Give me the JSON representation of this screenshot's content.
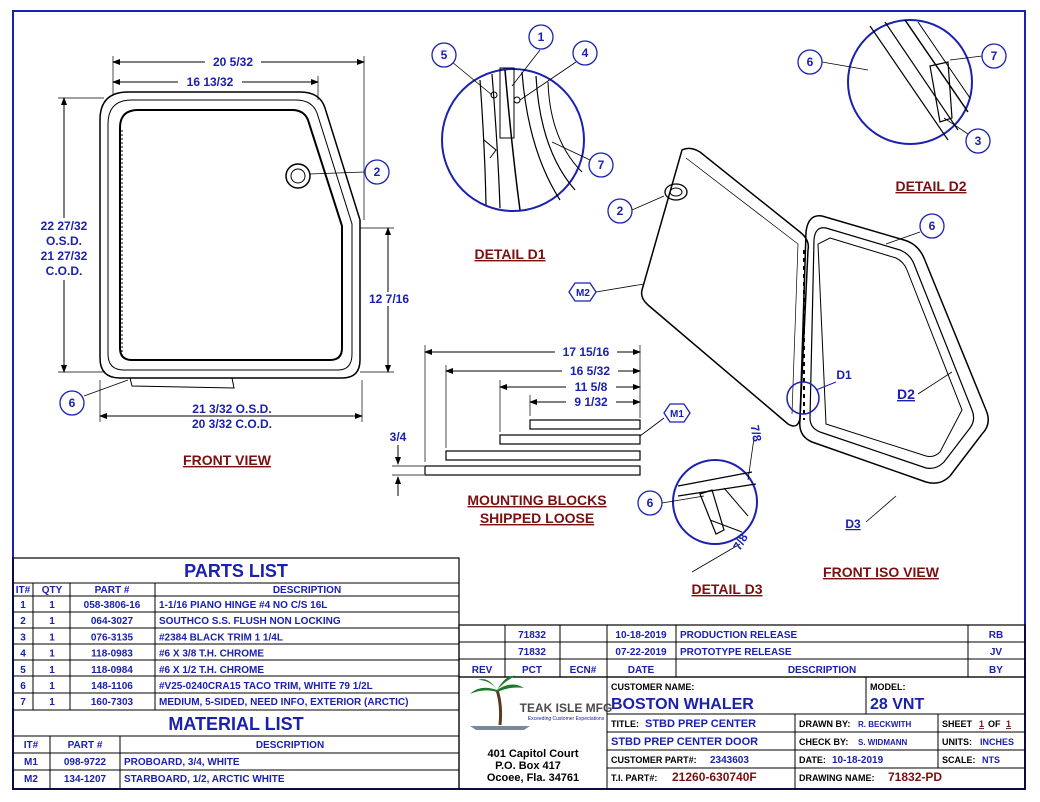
{
  "front_view": {
    "title": "FRONT VIEW",
    "dim_overall_width": "20 5/32",
    "dim_inner_width": "16 13/32",
    "dim_height": [
      "22 27/32",
      "O.S.D.",
      "21 27/32",
      "C.O.D."
    ],
    "dim_right_height": "12 7/16",
    "dim_bottom": [
      "21 3/32 O.S.D.",
      "20 3/32 C.O.D."
    ],
    "balloons": [
      "2",
      "6"
    ]
  },
  "detail_d1": {
    "title": "DETAIL  D1",
    "balloons": [
      "1",
      "4",
      "5",
      "7"
    ]
  },
  "detail_d2": {
    "title": "DETAIL  D2",
    "balloons": [
      "6",
      "7",
      "3"
    ]
  },
  "detail_d3": {
    "title": "DETAIL  D3",
    "balloon": "6",
    "dim_top": "7/8",
    "dim_bottom": "7/8"
  },
  "mounting_blocks": {
    "title": [
      "MOUNTING BLOCKS",
      "SHIPPED LOOSE"
    ],
    "dims": [
      "17 15/16",
      "16 5/32",
      "11 5/8",
      "9 1/32"
    ],
    "thickness": "3/4",
    "balloon": "M1"
  },
  "front_iso": {
    "title": "FRONT ISO VIEW",
    "balloons": [
      "2",
      "M2",
      "6"
    ],
    "labels": [
      "D1",
      "D2",
      "D3"
    ]
  },
  "parts_list": {
    "title": "PARTS LIST",
    "headers": [
      "IT#",
      "QTY",
      "PART #",
      "DESCRIPTION"
    ],
    "rows": [
      [
        "1",
        "1",
        "058-3806-16",
        "1-1/16 PIANO HINGE #4 NO C/S 16L"
      ],
      [
        "2",
        "1",
        "064-3027",
        "SOUTHCO S.S. FLUSH NON LOCKING"
      ],
      [
        "3",
        "1",
        "076-3135",
        "#2384 BLACK TRIM 1 1/4L"
      ],
      [
        "4",
        "1",
        "118-0983",
        "#6 X 3/8 T.H. CHROME"
      ],
      [
        "5",
        "1",
        "118-0984",
        "#6 X 1/2 T.H. CHROME"
      ],
      [
        "6",
        "1",
        "148-1106",
        "#V25-0240CRA15 TACO TRIM, WHITE 79 1/2L"
      ],
      [
        "7",
        "1",
        "160-7303",
        "MEDIUM, 5-SIDED, NEED INFO, EXTERIOR (ARCTIC)"
      ]
    ]
  },
  "material_list": {
    "title": "MATERIAL LIST",
    "headers": [
      "IT#",
      "PART #",
      "DESCRIPTION"
    ],
    "rows": [
      [
        "M1",
        "098-9722",
        "PROBOARD, 3/4, WHITE"
      ],
      [
        "M2",
        "134-1207",
        "STARBOARD, 1/2, ARCTIC WHITE"
      ]
    ]
  },
  "revisions": {
    "headers": [
      "REV",
      "PCT",
      "ECN#",
      "DATE",
      "DESCRIPTION",
      "BY"
    ],
    "rows": [
      [
        "",
        "71832",
        "",
        "10-18-2019",
        "PRODUCTION RELEASE",
        "RB"
      ],
      [
        "",
        "71832",
        "",
        "07-22-2019",
        "PROTOTYPE RELEASE",
        "JV"
      ]
    ]
  },
  "company": {
    "name": "TEAK ISLE MFG",
    "tagline": "Exceeding Customer Expectations",
    "address": [
      "401 Capitol Court",
      "P.O. Box 417",
      "Ocoee, Fla. 34761"
    ]
  },
  "title_block": {
    "customer_label": "CUSTOMER NAME:",
    "customer": "BOSTON WHALER",
    "model_label": "MODEL:",
    "model": "28 VNT",
    "title_label": "TITLE:",
    "title_1": "STBD PREP CENTER",
    "title_2": "STBD PREP CENTER DOOR",
    "customer_part_label": "CUSTOMER PART#:",
    "customer_part": "2343603",
    "ti_part_label": "T.I. PART#:",
    "ti_part": "21260-630740F",
    "drawn_label": "DRAWN BY:",
    "drawn": "R. BECKWITH",
    "check_label": "CHECK BY:",
    "check": "S. WIDMANN",
    "date_label": "DATE:",
    "date": "10-18-2019",
    "drawing_label": "DRAWING NAME:",
    "drawing": "71832-PD",
    "sheet_label": "SHEET",
    "sheet": "1",
    "of_label": "OF",
    "of": "1",
    "units_label": "UNITS:",
    "units": "INCHES",
    "scale_label": "SCALE:",
    "scale": "NTS"
  },
  "colors": {
    "ink": "#1a20b0",
    "title_red": "#7a1010",
    "line": "#000000"
  }
}
